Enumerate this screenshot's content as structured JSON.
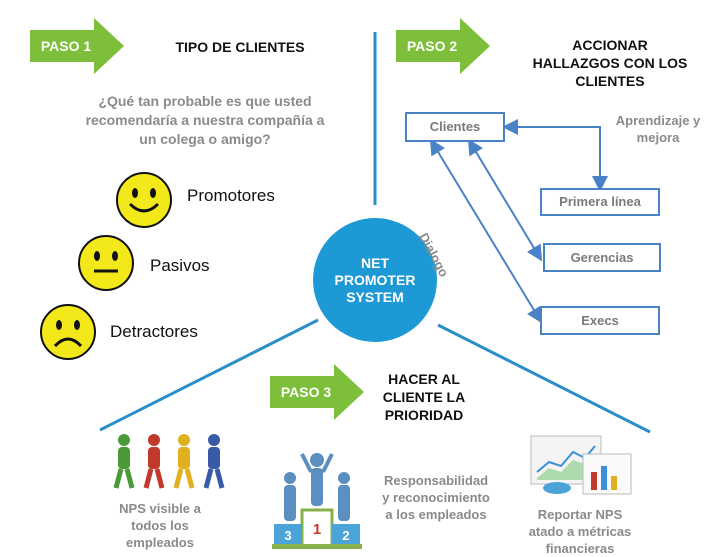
{
  "hub": {
    "line1": "NET",
    "line2": "PROMOTER",
    "line3": "SYSTEM"
  },
  "step1": {
    "label": "PASO 1",
    "title": "TIPO DE CLIENTES",
    "question": [
      "¿Qué tan probable es que usted",
      "recomendaría a nuestra compañía a",
      "un colega o amigo?"
    ],
    "categories": [
      "Promotores",
      "Pasivos",
      "Detractores"
    ]
  },
  "step2": {
    "label": "PASO 2",
    "title": [
      "ACCIONAR",
      "HALLAZGOS CON LOS",
      "CLIENTES"
    ],
    "boxes": [
      "Clientes",
      "Primera línea",
      "Gerencias",
      "Execs"
    ],
    "learning": [
      "Aprendizaje y",
      "mejora"
    ],
    "dialog": "Dialogo"
  },
  "step3": {
    "label": "PASO 3",
    "title": [
      "HACER AL",
      "CLIENTE LA",
      "PRIORIDAD"
    ],
    "item1": [
      "NPS visible a",
      "todos los",
      "empleados"
    ],
    "item2": [
      "Responsabilidad",
      "y reconocimiento",
      "a los empleados"
    ],
    "item3": [
      "Reportar NPS",
      "atado a métricas",
      "financieras"
    ],
    "podium": [
      "3",
      "1",
      "2"
    ]
  },
  "colors": {
    "arrow_green": "#7dbf3a",
    "hub_blue": "#1d9ad6",
    "box_border": "#4a82c8",
    "divider": "#2a8fc8",
    "face_yellow": "#f2e81a"
  }
}
